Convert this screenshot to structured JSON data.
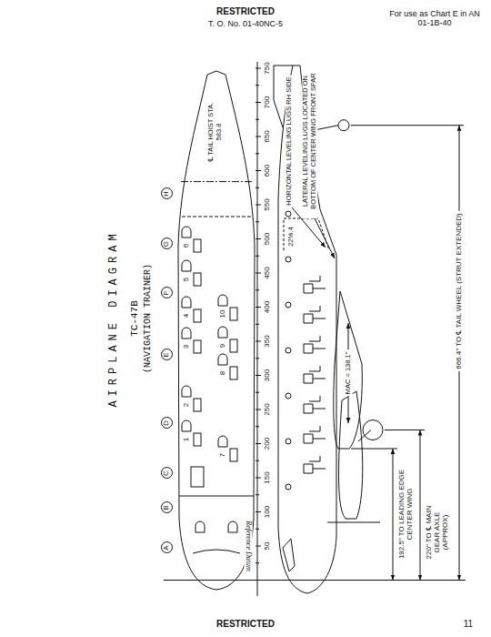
{
  "diagram": {
    "title": "AIRPLANE DIAGRAM",
    "nodes": [
      {
        "text": [
          "A"
        ]
      },
      {
        "text": [
          "B"
        ]
      },
      {
        "text": [
          "C"
        ]
      },
      {
        "text": [
          "D"
        ]
      },
      {
        "text": [
          "E"
        ]
      },
      {
        "text": [
          "F"
        ]
      },
      {
        "text": [
          "G"
        ]
      },
      {
        "text": [
          "H"
        ]
      }
    ],
    "edges": [],
    "labels": [
      "RESTRICTED",
      "T. O. No. 01-40NC-5",
      "For use as Chart E in AN 01-1B-40",
      "TC-47B",
      "(NAVIGATION TRAINER)",
      "50",
      "100",
      "150",
      "200",
      "250",
      "300",
      "350",
      "400",
      "450",
      "500",
      "550",
      "600",
      "650",
      "700",
      "750",
      "1",
      "2",
      "3",
      "4",
      "5",
      "6",
      "7",
      "8",
      "9",
      "10",
      "℄ TAIL HOIST STA. 583.8",
      "HORIZONTAL LEVELING LUGS RH SIDE",
      "LATERAL LEVELING LUGS LOCATED ON BOTTOM OF CENTER WING FRONT SPAR",
      "MAC = 138.1\"",
      "22%.4",
      "192.5\" TO LEADING EDGE CENTER WING",
      "220\" TO ℄ MAIN GEAR AXLE (APPROX)",
      "666.4\" TO ℄ TAIL WHEEL (STRUT EXTENDED)",
      "Reference Datum",
      "RESTRICTED",
      "11"
    ]
  }
}
